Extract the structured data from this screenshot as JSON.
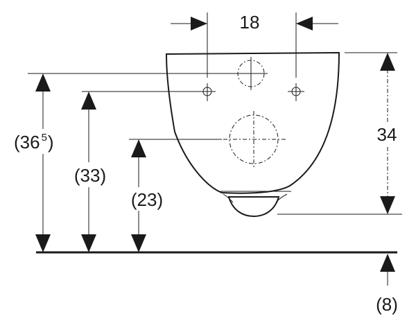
{
  "dimensions": {
    "hole_spacing": "18",
    "bowl_height": "34",
    "total_height_base": "(36",
    "total_height_sup": "5",
    "total_height_close": ")",
    "fixing_hole_height": "(33)",
    "outlet_height": "(23)",
    "floor_offset": "(8)"
  },
  "colors": {
    "line": "#1a1a1a",
    "background": "#ffffff"
  }
}
